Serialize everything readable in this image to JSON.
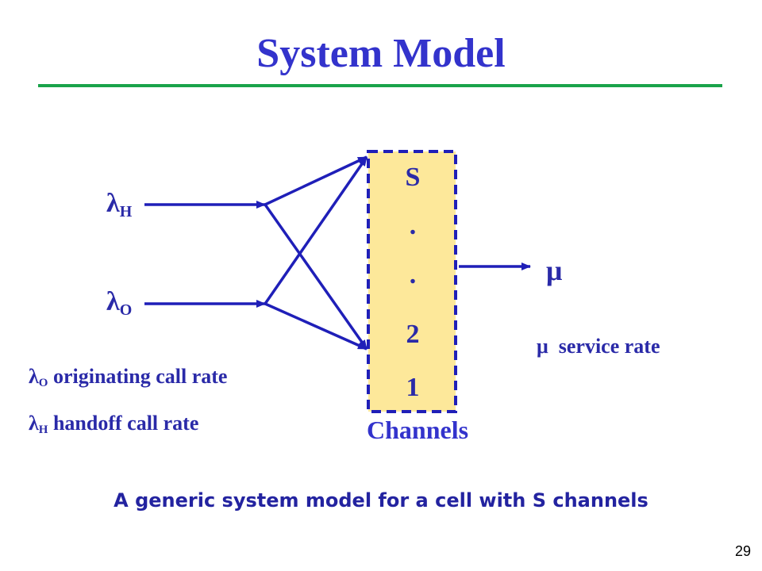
{
  "title": "System Model",
  "inputs": {
    "handoff": {
      "symbol": "λ",
      "sub": "H"
    },
    "originating": {
      "symbol": "λ",
      "sub": "O"
    }
  },
  "channels": {
    "items": [
      "S",
      ".",
      ".",
      "2",
      "1"
    ],
    "label": "Channels"
  },
  "output": {
    "symbol": "μ"
  },
  "legend": {
    "originating": {
      "symbol": "λ",
      "sub": "O",
      "text": "originating call rate"
    },
    "handoff": {
      "symbol": "λ",
      "sub": "H",
      "text": "handoff call rate"
    },
    "service": {
      "symbol": "μ",
      "text": "service rate"
    }
  },
  "caption": "A generic system model for a cell with S channels",
  "page_number": "29",
  "colors": {
    "title": "#3333cc",
    "rule": "#1aa34a",
    "arrows": "#1f1fb8",
    "box_fill": "#fde89a",
    "box_border": "#1f1fb8"
  }
}
